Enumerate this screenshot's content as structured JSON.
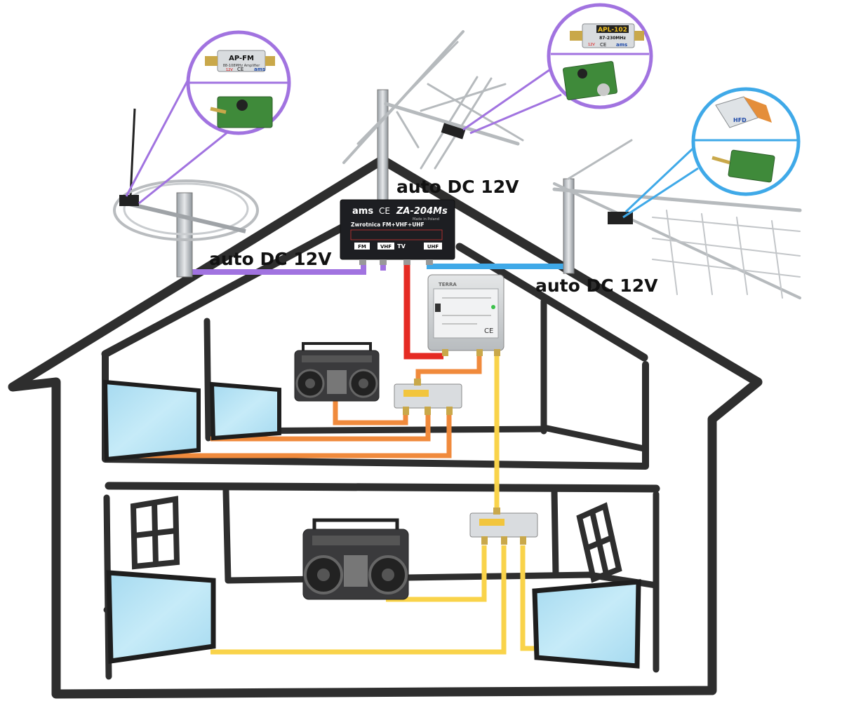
{
  "labels": {
    "dc_fm": "auto DC 12V",
    "dc_vhf": "auto DC 12V",
    "dc_uhf": "auto DC 12V"
  },
  "combiner": {
    "brand": "ams",
    "ce": "CE",
    "model": "ZA-204Ms",
    "subtitle": "Zwrotnica FM+VHF+UHF",
    "made_in": "Made in Poland",
    "port_fm": "FM",
    "port_vhf": "VHF",
    "port_tv": "TV",
    "port_uhf": "UHF"
  },
  "amp_fm": {
    "model": "AP-FM",
    "spec": "88-108MHz Amplifier",
    "voltage": "12V",
    "ce": "CE",
    "brand": "ams"
  },
  "amp_vhf": {
    "model": "APL-102",
    "spec": "87-230MHz",
    "voltage": "12V",
    "ce": "CE",
    "brand": "ams"
  },
  "amp_uhf": {
    "brand": "HFD"
  },
  "house_amp": {
    "brand": "TERRA",
    "ce": "CE"
  },
  "colors": {
    "outline": "#2e2e2e",
    "fm_line": "#a173e0",
    "uhf_line": "#3fa9e8",
    "red_line": "#e52b23",
    "orange_line": "#f08a3c",
    "yellow_line": "#f9d34a",
    "screen": "#b6e2f4",
    "zoom_purple": "#a173e0",
    "zoom_blue": "#3fa9e8"
  }
}
